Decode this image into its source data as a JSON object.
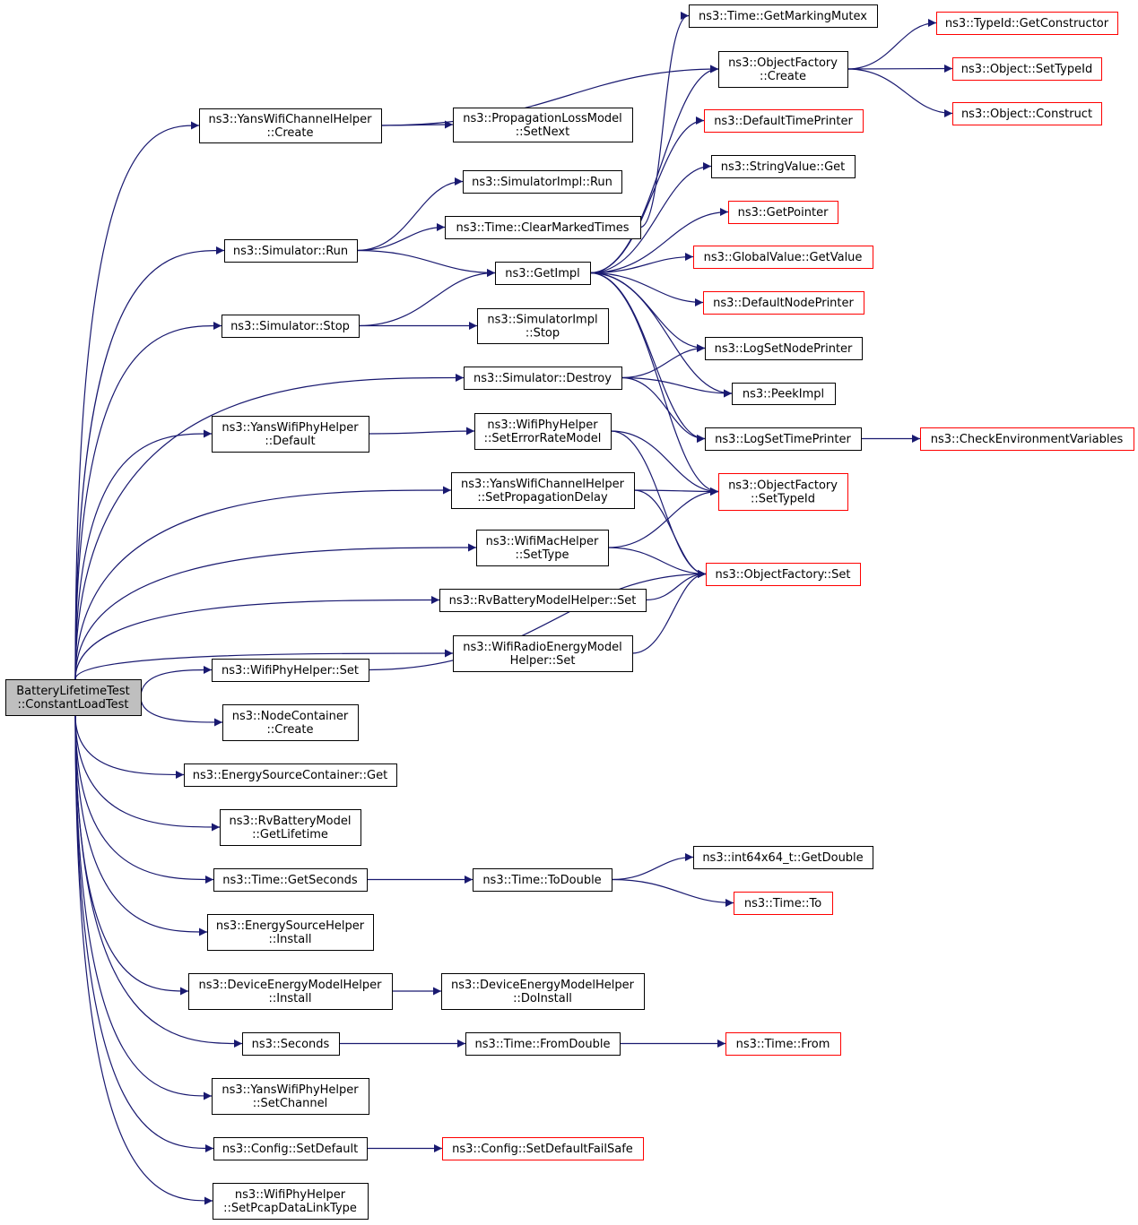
{
  "colors": {
    "edge": "#191970",
    "node_border_normal": "#000000",
    "node_border_truncated": "#ff0000",
    "root_fill": "#bfbfbf",
    "node_fill": "#ffffff"
  },
  "nodes": {
    "root": {
      "lines": [
        "BatteryLifetimeTest",
        "::ConstantLoadTest"
      ],
      "kind": "root"
    },
    "yansChanCreate": {
      "lines": [
        "ns3::YansWifiChannelHelper",
        "::Create"
      ],
      "kind": "normal"
    },
    "simRun": {
      "lines": [
        "ns3::Simulator::Run"
      ],
      "kind": "normal"
    },
    "simStop": {
      "lines": [
        "ns3::Simulator::Stop"
      ],
      "kind": "normal"
    },
    "simDestroy": {
      "lines": [
        "ns3::Simulator::Destroy"
      ],
      "kind": "normal"
    },
    "yansPhyDefault": {
      "lines": [
        "ns3::YansWifiPhyHelper",
        "::Default"
      ],
      "kind": "normal"
    },
    "wifiPhySetErr": {
      "lines": [
        "ns3::WifiPhyHelper",
        "::SetErrorRateModel"
      ],
      "kind": "normal"
    },
    "yansChanSetProp": {
      "lines": [
        "ns3::YansWifiChannelHelper",
        "::SetPropagationDelay"
      ],
      "kind": "normal"
    },
    "wifiMacSetType": {
      "lines": [
        "ns3::WifiMacHelper",
        "::SetType"
      ],
      "kind": "normal"
    },
    "rvBattHelperSet": {
      "lines": [
        "ns3::RvBatteryModelHelper::Set"
      ],
      "kind": "normal"
    },
    "wifiRadioSet": {
      "lines": [
        "ns3::WifiRadioEnergyModel",
        "Helper::Set"
      ],
      "kind": "normal"
    },
    "wifiPhySet": {
      "lines": [
        "ns3::WifiPhyHelper::Set"
      ],
      "kind": "normal"
    },
    "nodeContCreate": {
      "lines": [
        "ns3::NodeContainer",
        "::Create"
      ],
      "kind": "normal"
    },
    "energyContGet": {
      "lines": [
        "ns3::EnergySourceContainer::Get"
      ],
      "kind": "normal"
    },
    "rvBattLifetime": {
      "lines": [
        "ns3::RvBatteryModel",
        "::GetLifetime"
      ],
      "kind": "normal"
    },
    "timeGetSeconds": {
      "lines": [
        "ns3::Time::GetSeconds"
      ],
      "kind": "normal"
    },
    "energySrcInstall": {
      "lines": [
        "ns3::EnergySourceHelper",
        "::Install"
      ],
      "kind": "normal"
    },
    "devEnergyInstall": {
      "lines": [
        "ns3::DeviceEnergyModelHelper",
        "::Install"
      ],
      "kind": "normal"
    },
    "seconds": {
      "lines": [
        "ns3::Seconds"
      ],
      "kind": "normal"
    },
    "yansPhySetChan": {
      "lines": [
        "ns3::YansWifiPhyHelper",
        "::SetChannel"
      ],
      "kind": "normal"
    },
    "configSetDefault": {
      "lines": [
        "ns3::Config::SetDefault"
      ],
      "kind": "normal"
    },
    "wifiPhyPcap": {
      "lines": [
        "ns3::WifiPhyHelper",
        "::SetPcapDataLinkType"
      ],
      "kind": "normal"
    },
    "propLossSetNext": {
      "lines": [
        "ns3::PropagationLossModel",
        "::SetNext"
      ],
      "kind": "normal"
    },
    "simImplRun": {
      "lines": [
        "ns3::SimulatorImpl::Run"
      ],
      "kind": "normal"
    },
    "timeClearMarked": {
      "lines": [
        "ns3::Time::ClearMarkedTimes"
      ],
      "kind": "normal"
    },
    "getImpl": {
      "lines": [
        "ns3::GetImpl"
      ],
      "kind": "normal"
    },
    "simImplStop": {
      "lines": [
        "ns3::SimulatorImpl",
        "::Stop"
      ],
      "kind": "normal"
    },
    "timeToDouble": {
      "lines": [
        "ns3::Time::ToDouble"
      ],
      "kind": "normal"
    },
    "devEnergyDoInstall": {
      "lines": [
        "ns3::DeviceEnergyModelHelper",
        "::DoInstall"
      ],
      "kind": "normal"
    },
    "timeFromDouble": {
      "lines": [
        "ns3::Time::FromDouble"
      ],
      "kind": "normal"
    },
    "configSetDefaultFS": {
      "lines": [
        "ns3::Config::SetDefaultFailSafe"
      ],
      "kind": "truncated"
    },
    "timeGetMarkingMutex": {
      "lines": [
        "ns3::Time::GetMarkingMutex"
      ],
      "kind": "normal"
    },
    "objFactCreate": {
      "lines": [
        "ns3::ObjectFactory",
        "::Create"
      ],
      "kind": "normal"
    },
    "defaultTimePrinter": {
      "lines": [
        "ns3::DefaultTimePrinter"
      ],
      "kind": "truncated"
    },
    "stringValueGet": {
      "lines": [
        "ns3::StringValue::Get"
      ],
      "kind": "normal"
    },
    "getPointer": {
      "lines": [
        "ns3::GetPointer"
      ],
      "kind": "truncated"
    },
    "globalValueGetValue": {
      "lines": [
        "ns3::GlobalValue::GetValue"
      ],
      "kind": "truncated"
    },
    "defaultNodePrinter": {
      "lines": [
        "ns3::DefaultNodePrinter"
      ],
      "kind": "truncated"
    },
    "logSetNodePrinter": {
      "lines": [
        "ns3::LogSetNodePrinter"
      ],
      "kind": "normal"
    },
    "peekImpl": {
      "lines": [
        "ns3::PeekImpl"
      ],
      "kind": "normal"
    },
    "logSetTimePrinter": {
      "lines": [
        "ns3::LogSetTimePrinter"
      ],
      "kind": "normal"
    },
    "objFactSetTypeId": {
      "lines": [
        "ns3::ObjectFactory",
        "::SetTypeId"
      ],
      "kind": "truncated"
    },
    "objFactSet": {
      "lines": [
        "ns3::ObjectFactory::Set"
      ],
      "kind": "truncated"
    },
    "int64GetDouble": {
      "lines": [
        "ns3::int64x64_t::GetDouble"
      ],
      "kind": "normal"
    },
    "timeTo": {
      "lines": [
        "ns3::Time::To"
      ],
      "kind": "truncated"
    },
    "timeFrom": {
      "lines": [
        "ns3::Time::From"
      ],
      "kind": "truncated"
    },
    "typeIdGetCtor": {
      "lines": [
        "ns3::TypeId::GetConstructor"
      ],
      "kind": "truncated"
    },
    "objectSetTypeId": {
      "lines": [
        "ns3::Object::SetTypeId"
      ],
      "kind": "truncated"
    },
    "objectConstruct": {
      "lines": [
        "ns3::Object::Construct"
      ],
      "kind": "truncated"
    },
    "checkEnvVars": {
      "lines": [
        "ns3::CheckEnvironmentVariables"
      ],
      "kind": "truncated"
    }
  },
  "edges": [
    [
      "root",
      "yansChanCreate"
    ],
    [
      "root",
      "simRun"
    ],
    [
      "root",
      "simStop"
    ],
    [
      "root",
      "simDestroy"
    ],
    [
      "root",
      "yansPhyDefault"
    ],
    [
      "root",
      "yansChanSetProp"
    ],
    [
      "root",
      "wifiMacSetType"
    ],
    [
      "root",
      "rvBattHelperSet"
    ],
    [
      "root",
      "wifiRadioSet"
    ],
    [
      "root",
      "wifiPhySet"
    ],
    [
      "root",
      "nodeContCreate"
    ],
    [
      "root",
      "energyContGet"
    ],
    [
      "root",
      "rvBattLifetime"
    ],
    [
      "root",
      "timeGetSeconds"
    ],
    [
      "root",
      "energySrcInstall"
    ],
    [
      "root",
      "devEnergyInstall"
    ],
    [
      "root",
      "seconds"
    ],
    [
      "root",
      "yansPhySetChan"
    ],
    [
      "root",
      "configSetDefault"
    ],
    [
      "root",
      "wifiPhyPcap"
    ],
    [
      "yansChanCreate",
      "objFactCreate"
    ],
    [
      "yansChanCreate",
      "propLossSetNext"
    ],
    [
      "simRun",
      "simImplRun"
    ],
    [
      "simRun",
      "timeClearMarked"
    ],
    [
      "simRun",
      "getImpl"
    ],
    [
      "simStop",
      "getImpl"
    ],
    [
      "simStop",
      "simImplStop"
    ],
    [
      "simDestroy",
      "logSetNodePrinter"
    ],
    [
      "simDestroy",
      "peekImpl"
    ],
    [
      "simDestroy",
      "logSetTimePrinter"
    ],
    [
      "timeClearMarked",
      "timeGetMarkingMutex"
    ],
    [
      "getImpl",
      "objFactCreate"
    ],
    [
      "getImpl",
      "defaultTimePrinter"
    ],
    [
      "getImpl",
      "stringValueGet"
    ],
    [
      "getImpl",
      "getPointer"
    ],
    [
      "getImpl",
      "globalValueGetValue"
    ],
    [
      "getImpl",
      "defaultNodePrinter"
    ],
    [
      "getImpl",
      "logSetNodePrinter"
    ],
    [
      "getImpl",
      "peekImpl"
    ],
    [
      "getImpl",
      "logSetTimePrinter"
    ],
    [
      "getImpl",
      "objFactSetTypeId"
    ],
    [
      "yansPhyDefault",
      "wifiPhySetErr"
    ],
    [
      "wifiPhySetErr",
      "objFactSetTypeId"
    ],
    [
      "wifiPhySetErr",
      "objFactSet"
    ],
    [
      "yansChanSetProp",
      "objFactSetTypeId"
    ],
    [
      "yansChanSetProp",
      "objFactSet"
    ],
    [
      "wifiMacSetType",
      "objFactSetTypeId"
    ],
    [
      "wifiMacSetType",
      "objFactSet"
    ],
    [
      "rvBattHelperSet",
      "objFactSet"
    ],
    [
      "wifiRadioSet",
      "objFactSet"
    ],
    [
      "wifiPhySet",
      "objFactSet"
    ],
    [
      "timeGetSeconds",
      "timeToDouble"
    ],
    [
      "timeToDouble",
      "int64GetDouble"
    ],
    [
      "timeToDouble",
      "timeTo"
    ],
    [
      "devEnergyInstall",
      "devEnergyDoInstall"
    ],
    [
      "seconds",
      "timeFromDouble"
    ],
    [
      "timeFromDouble",
      "timeFrom"
    ],
    [
      "configSetDefault",
      "configSetDefaultFS"
    ],
    [
      "objFactCreate",
      "typeIdGetCtor"
    ],
    [
      "objFactCreate",
      "objectSetTypeId"
    ],
    [
      "objFactCreate",
      "objectConstruct"
    ],
    [
      "logSetTimePrinter",
      "checkEnvVars"
    ]
  ]
}
